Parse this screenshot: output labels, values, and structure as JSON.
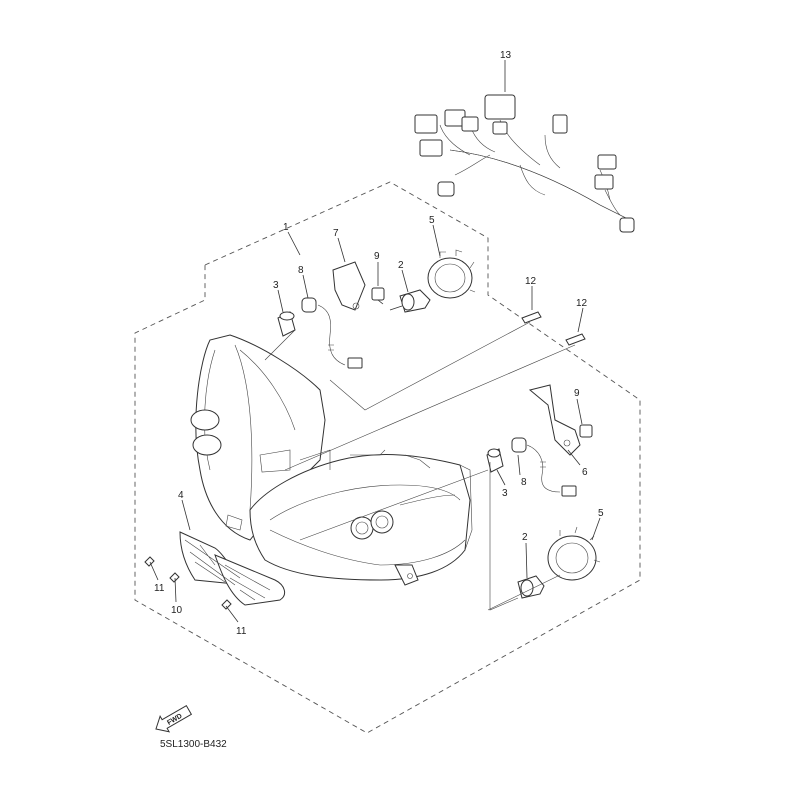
{
  "callouts": {
    "c1": "1",
    "c2a": "2",
    "c2b": "2",
    "c3a": "3",
    "c3b": "3",
    "c4": "4",
    "c5a": "5",
    "c5b": "5",
    "c6": "6",
    "c7": "7",
    "c8a": "8",
    "c8b": "8",
    "c9a": "9",
    "c9b": "9",
    "c10": "10",
    "c11a": "11",
    "c11b": "11",
    "c12a": "12",
    "c12b": "12",
    "c13": "13"
  },
  "fwd_label": "FWD",
  "diagram_code": "5SL1300-B432"
}
